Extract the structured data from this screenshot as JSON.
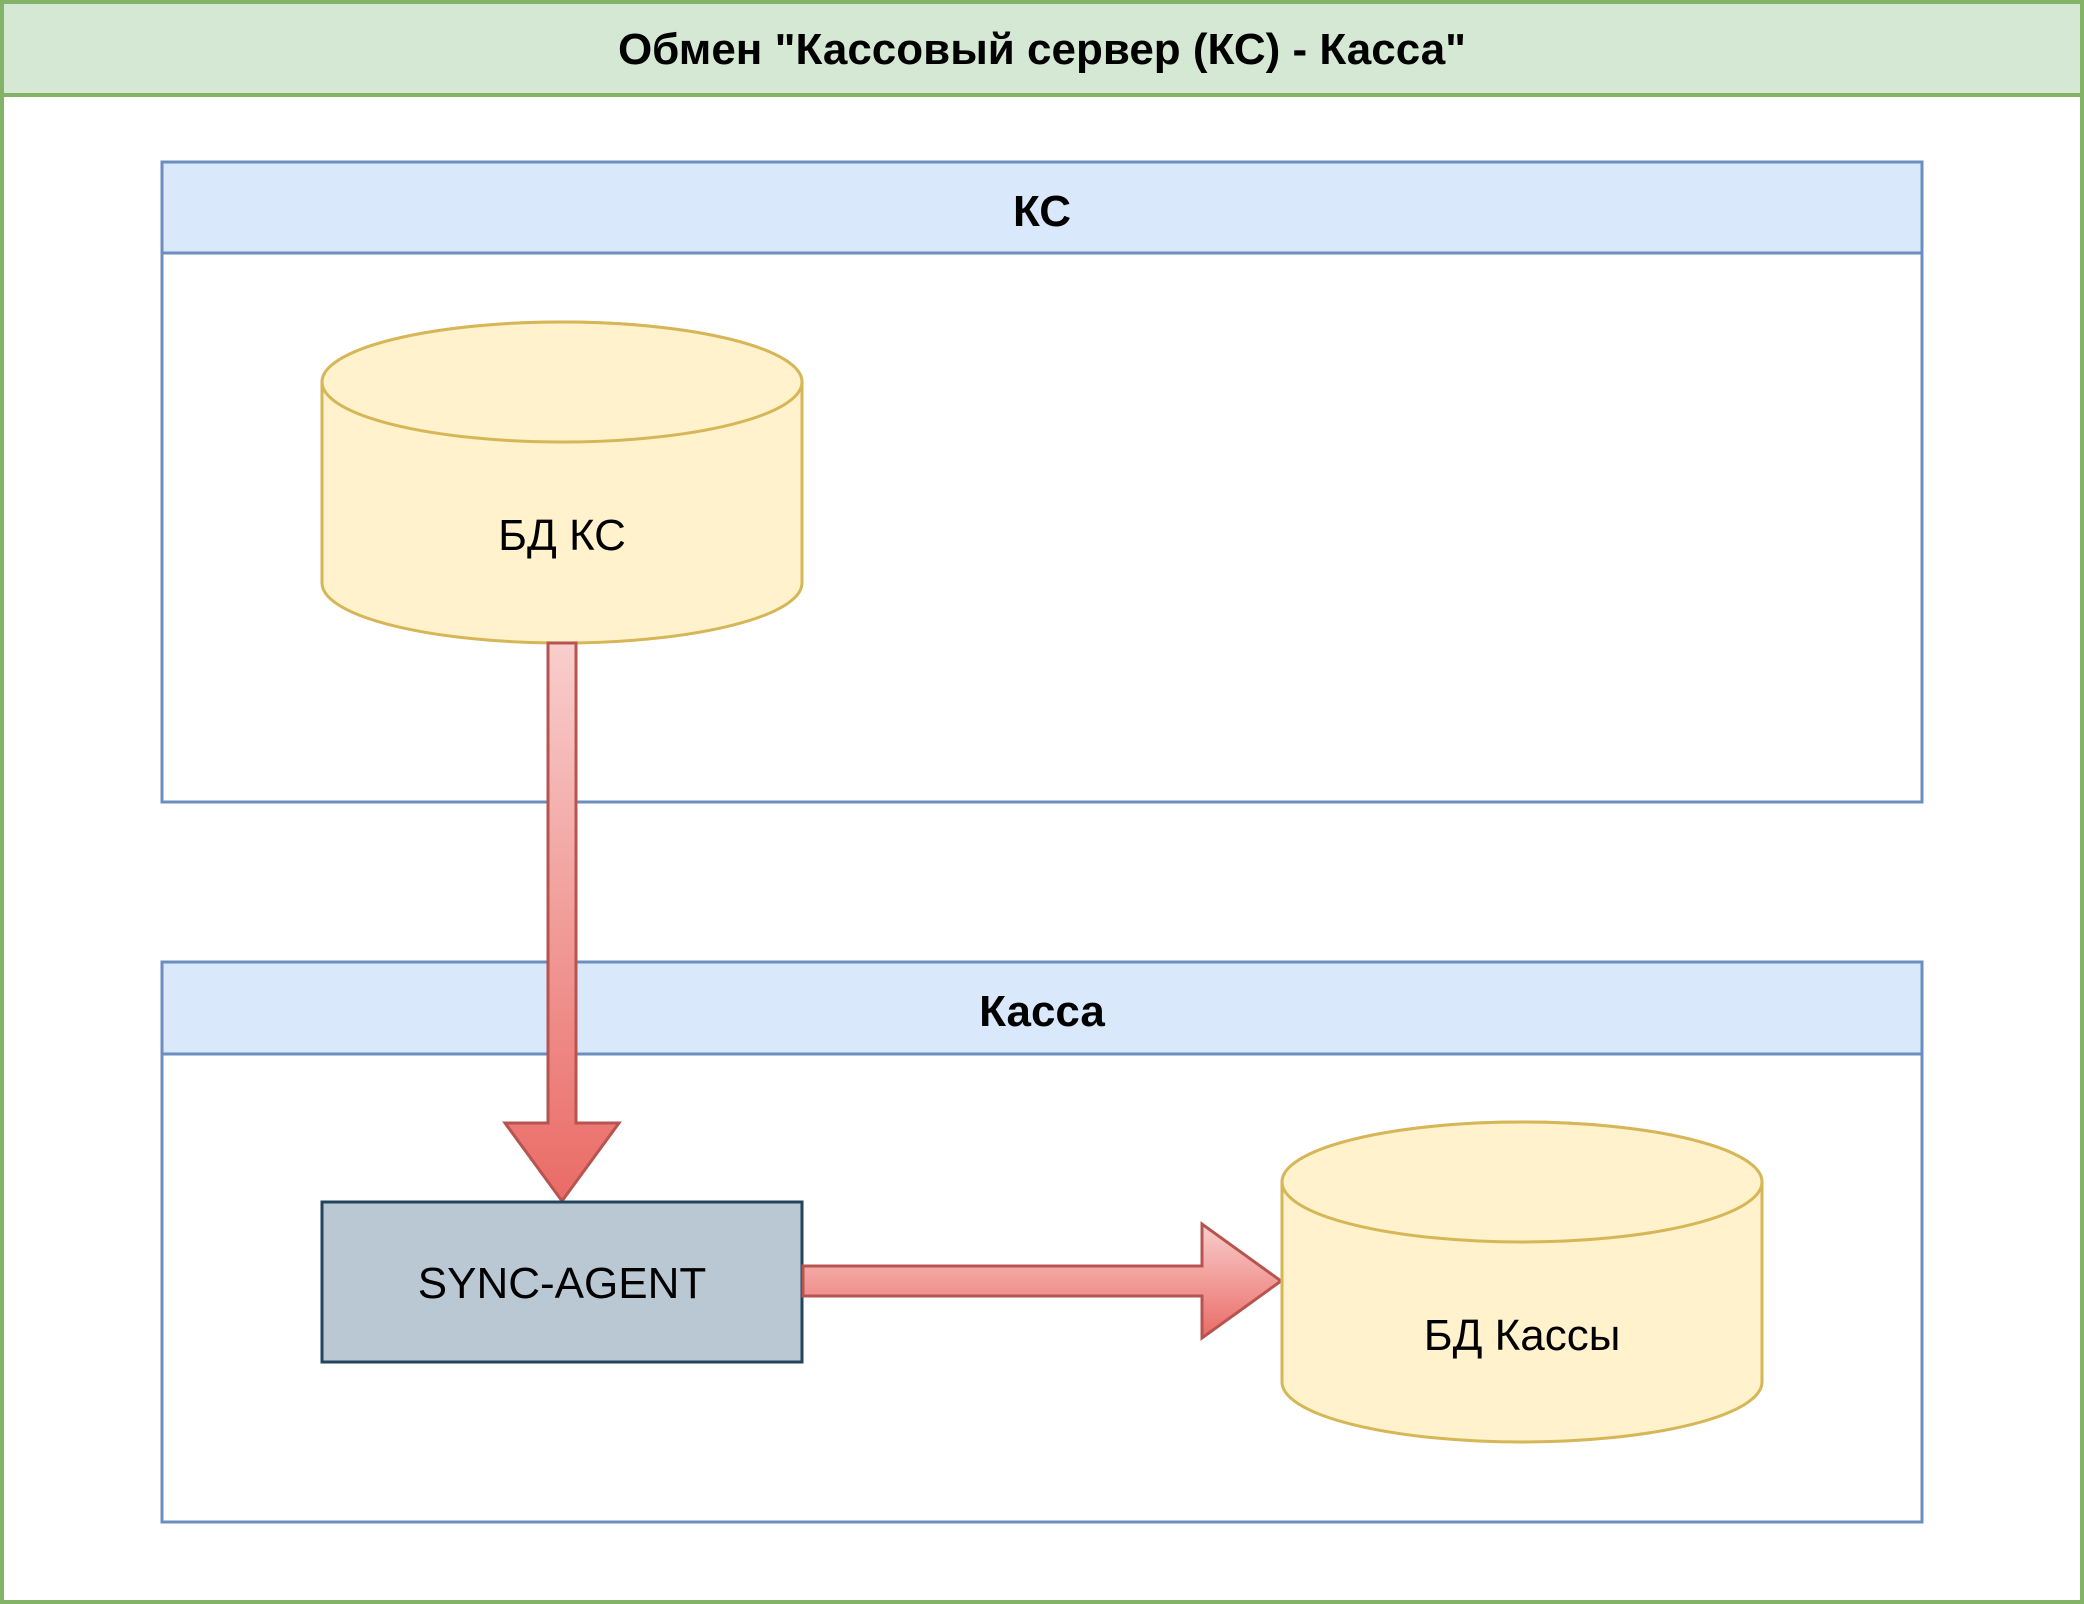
{
  "diagram": {
    "title": "Обмен \"Кассовый сервер (КС) - Касса\"",
    "colors": {
      "frame_border": "#82b366",
      "frame_header_fill": "#d5e8d4",
      "lane_border": "#6c8ebf",
      "lane_header_fill": "#dae8fc",
      "db_fill": "#fff2cc",
      "db_border": "#d6b656",
      "agent_fill": "#bac8d3",
      "agent_border": "#23445d",
      "arrow_fill_light": "#f8cecc",
      "arrow_fill_dark": "#ea6b66",
      "arrow_border": "#b85450"
    },
    "lanes": [
      {
        "id": "ks",
        "title": "КС"
      },
      {
        "id": "kassa",
        "title": "Касса"
      }
    ],
    "nodes": {
      "db_ks": {
        "label": "БД КС",
        "type": "database",
        "lane": "ks"
      },
      "sync_agent": {
        "label": "SYNC-AGENT",
        "type": "process",
        "lane": "kassa"
      },
      "db_kassa": {
        "label": "БД Кассы",
        "type": "database",
        "lane": "kassa"
      }
    },
    "edges": [
      {
        "from": "db_ks",
        "to": "sync_agent",
        "style": "block-arrow"
      },
      {
        "from": "sync_agent",
        "to": "db_kassa",
        "style": "block-arrow"
      }
    ]
  }
}
